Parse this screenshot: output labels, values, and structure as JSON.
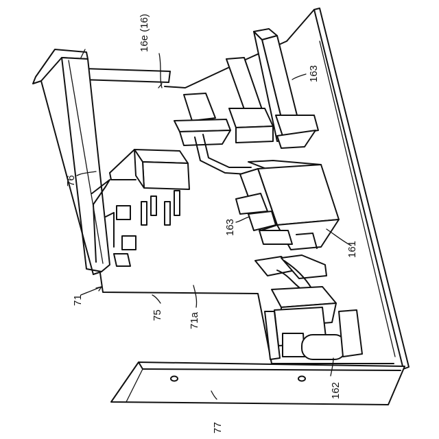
{
  "labels": {
    "l16e": "16e (16)",
    "l163_top": "163",
    "l163_mid": "163",
    "l76": "76",
    "l71": "71",
    "l75": "75",
    "l71a": "71a",
    "l161": "161",
    "l162": "162",
    "l77": "77"
  }
}
